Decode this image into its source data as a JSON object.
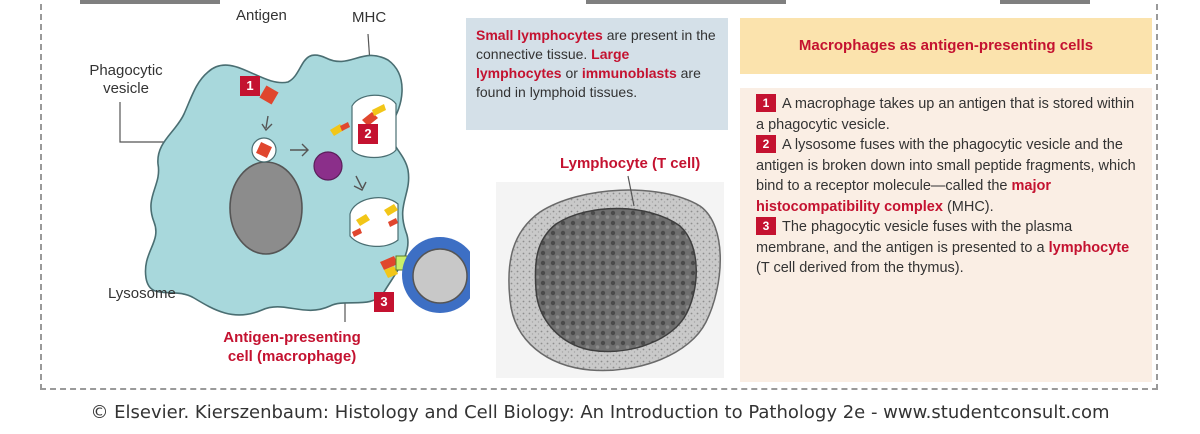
{
  "cell_diagram": {
    "labels": {
      "antigen": "Antigen",
      "mhc": "MHC",
      "phagocytic_vesicle": "Phagocytic\nvesicle",
      "lysosome": "Lysosome",
      "apc": "Antigen-presenting\ncell (macrophage)"
    },
    "steps": [
      "1",
      "2",
      "3"
    ]
  },
  "info_box": {
    "p1_red": "Small lymphocytes",
    "p1": " are present in the connective tissue. ",
    "p2_red": "Large lymphocytes",
    "p2": " or ",
    "p3_red": "immunoblasts",
    "p3": " are found in lymphoid tissues."
  },
  "micrograph": {
    "label": "Lymphocyte (T cell)"
  },
  "right_panel": {
    "title": "Macrophages as antigen-presenting cells",
    "steps": [
      {
        "num": "1",
        "text": "A macrophage takes up an antigen that is stored within a phagocytic vesicle."
      },
      {
        "num": "2",
        "text_a": "A lysosome fuses with the phagocytic vesicle and the antigen is broken down into small peptide fragments, which bind to a receptor molecule—called the ",
        "red": "major histocompatibility complex",
        "text_b": " (MHC)."
      },
      {
        "num": "3",
        "text_a": "The  phagocytic vesicle fuses with the plasma membrane, and the antigen is presented to a ",
        "red": "lymphocyte",
        "text_b": " (T cell derived from the thymus)."
      }
    ]
  },
  "credit": "© Elsevier. Kierszenbaum: Histology and Cell Biology: An Introduction to Pathology 2e - www.studentconsult.com",
  "colors": {
    "accent_red": "#c41230",
    "cell_fill": "#a8d8dc",
    "nucleus": "#8c8c8c",
    "lysosome": "#8b2f8a",
    "t_cell_ring": "#3d6fc4",
    "info_box": "#d4e0e8",
    "panel_header": "#fbe3ad",
    "panel_body": "#faeee4"
  }
}
